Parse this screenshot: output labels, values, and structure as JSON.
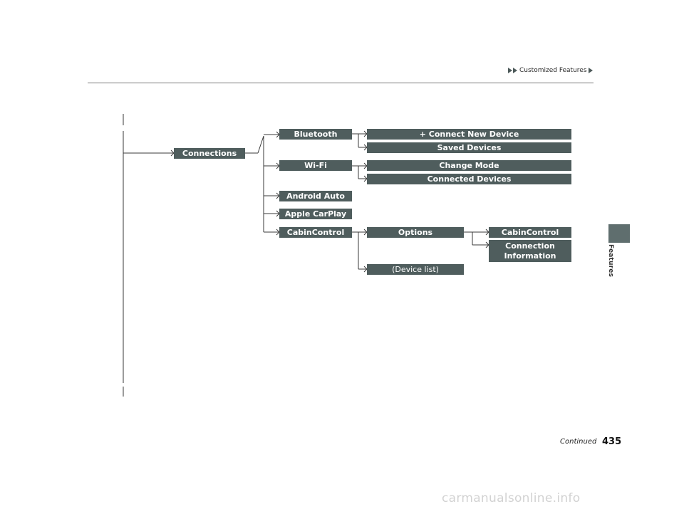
{
  "header": {
    "breadcrumb": "Customized Features"
  },
  "side_tab": {
    "label": "Features",
    "color": "#5f6e6e"
  },
  "tree": {
    "root": "Connections",
    "bluetooth": {
      "label": "Bluetooth",
      "children": [
        "+ Connect New Device",
        "Saved Devices"
      ]
    },
    "wifi": {
      "label": "Wi-Fi",
      "children": [
        "Change Mode",
        "Connected Devices"
      ]
    },
    "android_auto": "Android Auto",
    "apple_carplay": "Apple CarPlay",
    "cabincontrol": {
      "label": "CabinControl",
      "options": {
        "label": "Options",
        "children": [
          "CabinControl",
          "Connection Information"
        ]
      },
      "device_list": "(Device list)"
    }
  },
  "footer": {
    "continued": "Continued",
    "page_number": "435"
  },
  "watermark": "carmanualsonline.info",
  "colors": {
    "box": "#4f5d5d",
    "line": "#3a3a3a"
  }
}
